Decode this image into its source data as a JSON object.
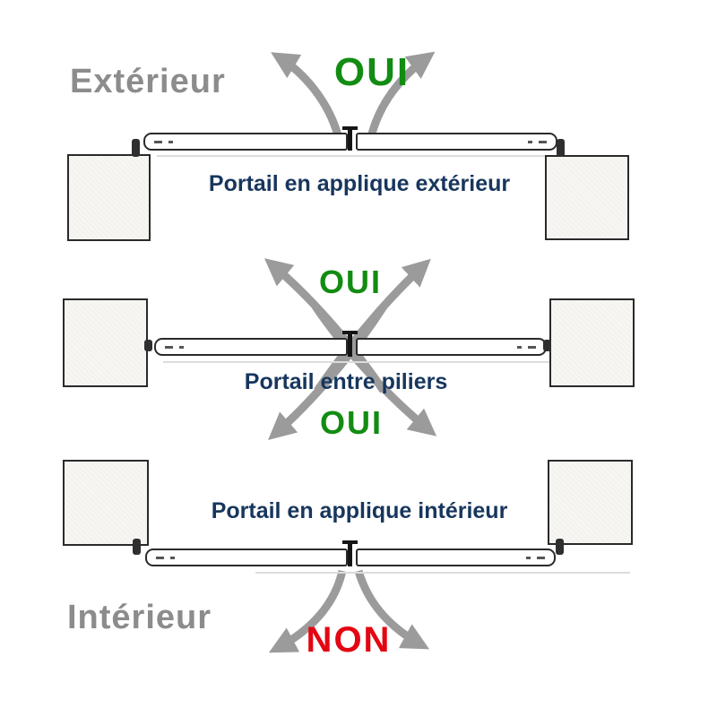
{
  "colors": {
    "zone_label": "#8c8c8c",
    "verdict_yes": "#128c12",
    "verdict_no": "#e30613",
    "caption": "#17365d",
    "arrow": "#9b9b9b",
    "pillar_fill": "#f7f6f2",
    "outline": "#2a2a2a"
  },
  "zones": {
    "exterior": "Extérieur",
    "interior": "Intérieur"
  },
  "diagrams": [
    {
      "name": "portail-en-applique-exterieur",
      "caption": "Portail en applique extérieur",
      "top_verdict": "OUI"
    },
    {
      "name": "portail-entre-piliers",
      "caption": "Portail entre piliers",
      "top_verdict": "OUI",
      "bottom_verdict": "OUI"
    },
    {
      "name": "portail-en-applique-interieur",
      "caption": "Portail en applique intérieur",
      "bottom_verdict": "NON"
    }
  ]
}
